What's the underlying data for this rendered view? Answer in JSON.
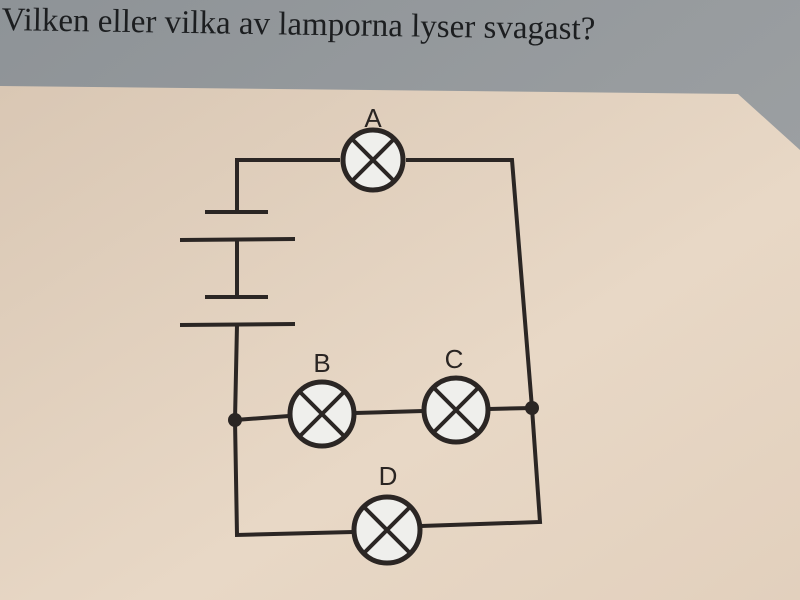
{
  "question": "Vilken eller vilka av lamporna lyser svagast?",
  "diagram": {
    "lamps": [
      {
        "id": "A",
        "label": "A"
      },
      {
        "id": "B",
        "label": "B"
      },
      {
        "id": "C",
        "label": "C"
      },
      {
        "id": "D",
        "label": "D"
      }
    ],
    "colors": {
      "panel": "#e6d5c2",
      "wire": "#2b2624",
      "lamp_fill": "#efefec",
      "page": "#8d9296"
    }
  }
}
